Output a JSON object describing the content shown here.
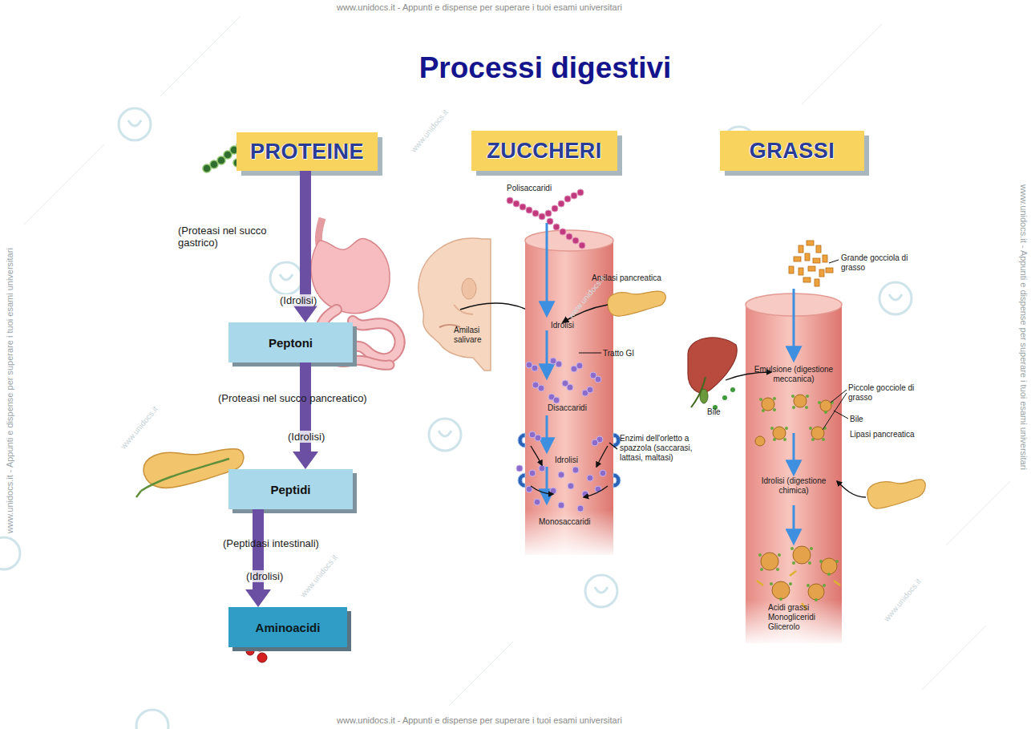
{
  "diagram": {
    "title": "Processi digestivi",
    "nodes": [
      {
        "text": [
          "PROTEINE"
        ]
      },
      {
        "text": [
          "ZUCCHERI"
        ]
      },
      {
        "text": [
          "GRASSI"
        ]
      },
      {
        "text": [
          "Peptoni"
        ]
      },
      {
        "text": [
          "Peptidi"
        ]
      },
      {
        "text": [
          "Aminoacidi"
        ]
      }
    ],
    "edges": [
      {
        "from": 0,
        "to": 3,
        "label": "(Idrolisi)",
        "arrow": "to"
      },
      {
        "from": 3,
        "to": 4,
        "label": "(Idrolisi)",
        "arrow": "to"
      },
      {
        "from": 4,
        "to": 5,
        "label": "(Idrolisi)",
        "arrow": "to"
      }
    ],
    "labels": [
      "(Proteasi nel succo gastrico)",
      "(Proteasi nel succo pancreatico)",
      "(Peptidasi intestinali)",
      "Polisaccaridi",
      "Amilasi pancreatica",
      "Amilasi salivare",
      "Idrolisi",
      "Tratto GI",
      "Disaccaridi",
      "Idrolisi",
      "Enzimi dell'orletto a spazzola (saccarasi, lattasi, maltasi)",
      "Monosaccaridi",
      "Grande gocciola di grasso",
      "Bile",
      "Emulsione (digestione meccanica)",
      "Piccole gocciole di grasso",
      "Bile",
      "Lipasi pancreatica",
      "Idrolisi (digestione chimica)",
      "Acidi grassi Monogliceridi Glicerolo",
      "www.unidocs.it - Appunti e dispense per superare i tuoi esami universitari",
      "www.unidocs.it - Appunti e dispense per superare i tuoi esami universitari",
      "www.unidocs.it - Appunti e dispense per superare i tuoi esami universitari",
      "www.unidocs.it - Appunti e dispense per superare i tuoi esami universitari",
      "www.unidocs.it",
      "www.unidocs.it",
      "www.unidocs.it",
      "www.unidocs.it",
      "www.unidocs.it"
    ]
  }
}
